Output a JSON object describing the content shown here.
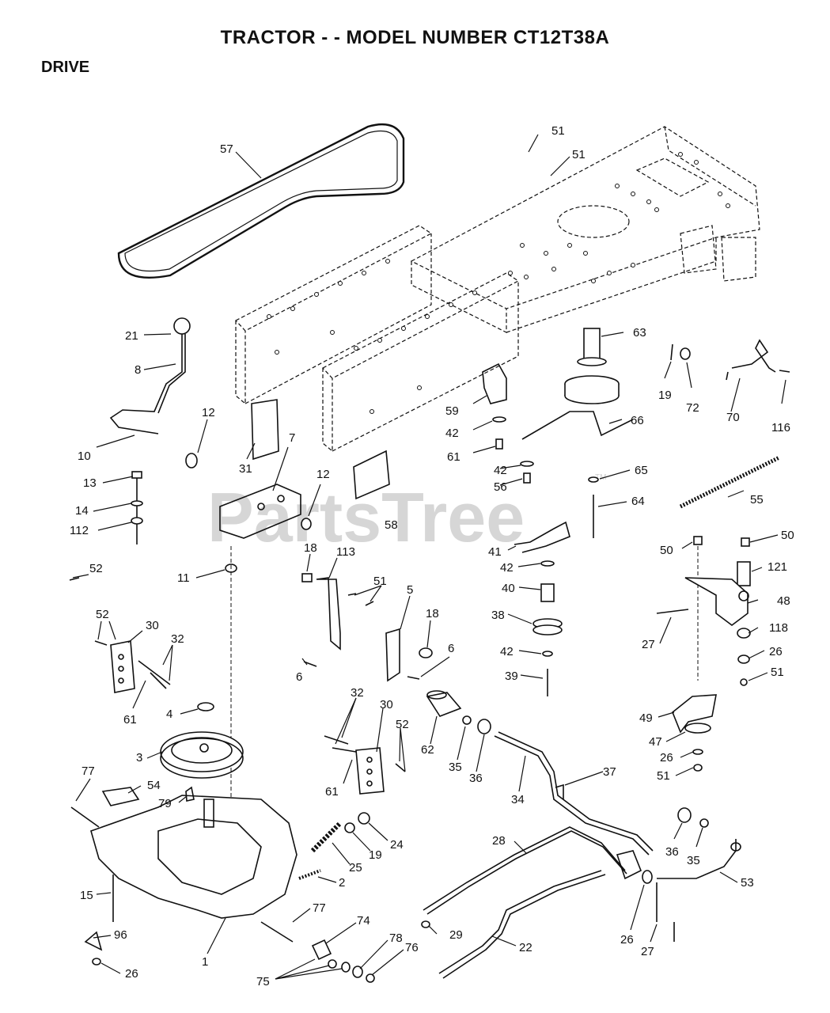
{
  "header": {
    "title": "TRACTOR - - MODEL NUMBER CT12T38A",
    "section": "DRIVE"
  },
  "watermark": {
    "text": "PartsTree",
    "tm": "TM"
  },
  "callouts": [
    "57",
    "51",
    "51",
    "21",
    "8",
    "12",
    "10",
    "13",
    "14",
    "112",
    "31",
    "7",
    "12",
    "58",
    "63",
    "19",
    "72",
    "70",
    "116",
    "59",
    "42",
    "61",
    "66",
    "42",
    "56",
    "65",
    "64",
    "55",
    "50",
    "50",
    "121",
    "48",
    "41",
    "42",
    "40",
    "38",
    "42",
    "39",
    "11",
    "18",
    "113",
    "51",
    "5",
    "18",
    "6",
    "6",
    "52",
    "52",
    "30",
    "32",
    "61",
    "4",
    "3",
    "77",
    "54",
    "79",
    "15",
    "96",
    "26",
    "1",
    "2",
    "25",
    "19",
    "24",
    "77",
    "74",
    "75",
    "78",
    "76",
    "32",
    "30",
    "52",
    "61",
    "62",
    "35",
    "36",
    "34",
    "37",
    "27",
    "118",
    "26",
    "51",
    "49",
    "47",
    "26",
    "51",
    "28",
    "29",
    "22",
    "36",
    "35",
    "53",
    "26",
    "27"
  ]
}
